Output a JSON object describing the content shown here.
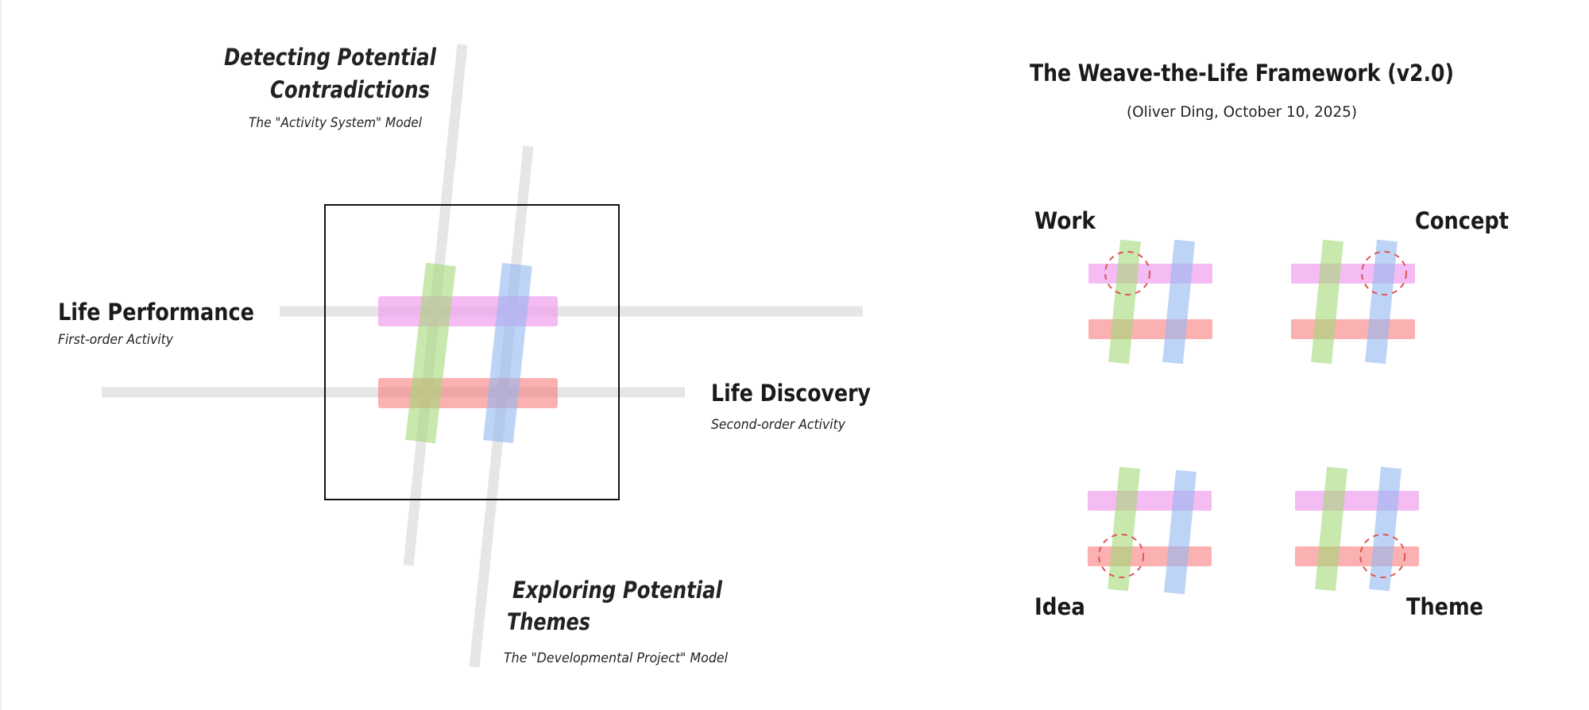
{
  "left_diagram": {
    "top_label": {
      "line1": "Detecting Potential",
      "line2": "Contradictions",
      "subtitle": "The \"Activity System\" Model"
    },
    "left_label": {
      "title": "Life Performance",
      "subtitle": "First-order Activity"
    },
    "right_label": {
      "title": "Life Discovery",
      "subtitle": "Second-order Activity"
    },
    "bottom_label": {
      "line1": "Exploring Potential",
      "line2": "Themes",
      "subtitle": "The \"Developmental Project\" Model"
    }
  },
  "right_panel": {
    "title": "The Weave-the-Life Framework (v2.0)",
    "subtitle": "(Oliver Ding, October 10, 2025)",
    "quadrants": [
      {
        "label": "Work",
        "highlight": "green-pink"
      },
      {
        "label": "Concept",
        "highlight": "blue-pink"
      },
      {
        "label": "Idea",
        "highlight": "green-red"
      },
      {
        "label": "Theme",
        "highlight": "blue-red"
      }
    ]
  },
  "colors": {
    "pink": "#f0a0ee",
    "red": "#f87171",
    "green": "#a3d977",
    "blue": "#93b8f0",
    "gray": "#e6e6e6",
    "highlight": "#e05555"
  }
}
